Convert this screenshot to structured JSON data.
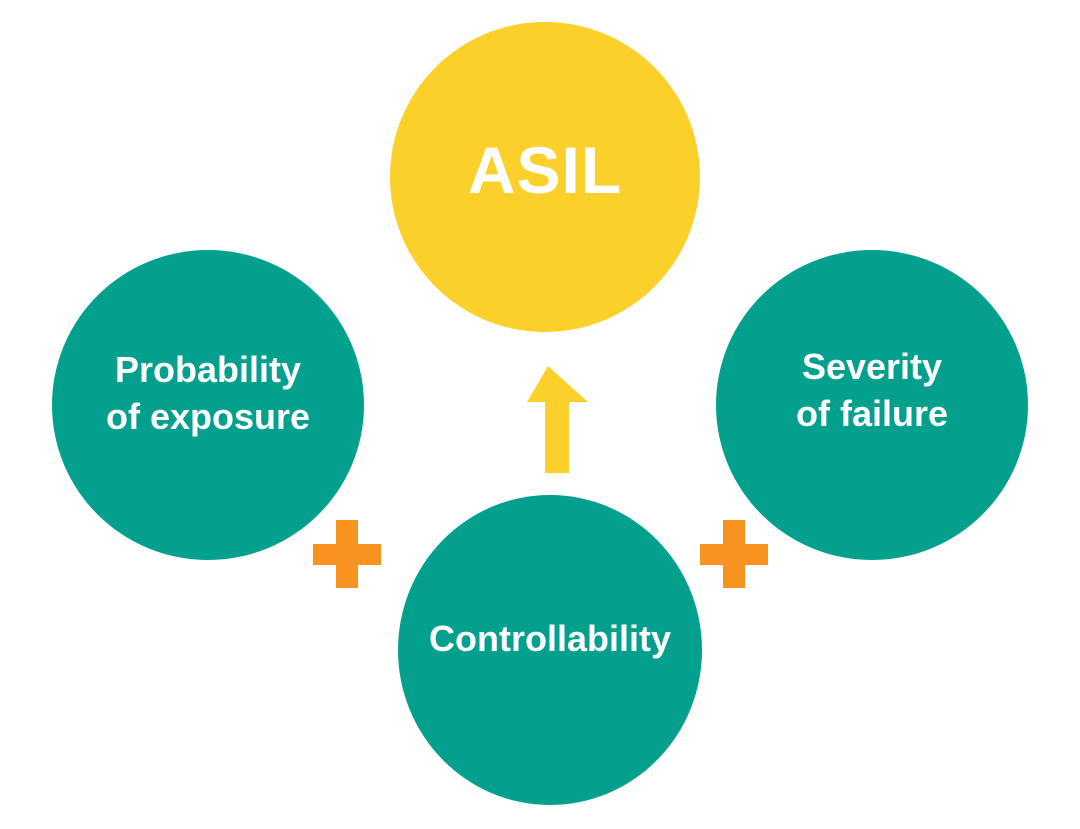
{
  "diagram": {
    "nodes": {
      "asil": {
        "label": "ASIL",
        "color": "#FBD02A"
      },
      "probability": {
        "label": "Probability\nof exposure",
        "color": "#04A08E"
      },
      "severity": {
        "label": "Severity\nof failure",
        "color": "#04A08E"
      },
      "controllability": {
        "label": "Controllability",
        "color": "#04A08E"
      }
    },
    "connectors": {
      "plus_left": {
        "glyph": "plus",
        "color": "#F7931E"
      },
      "plus_right": {
        "glyph": "plus",
        "color": "#F7931E"
      },
      "arrow_up": {
        "glyph": "arrow-up",
        "color": "#FBD02A"
      }
    }
  }
}
